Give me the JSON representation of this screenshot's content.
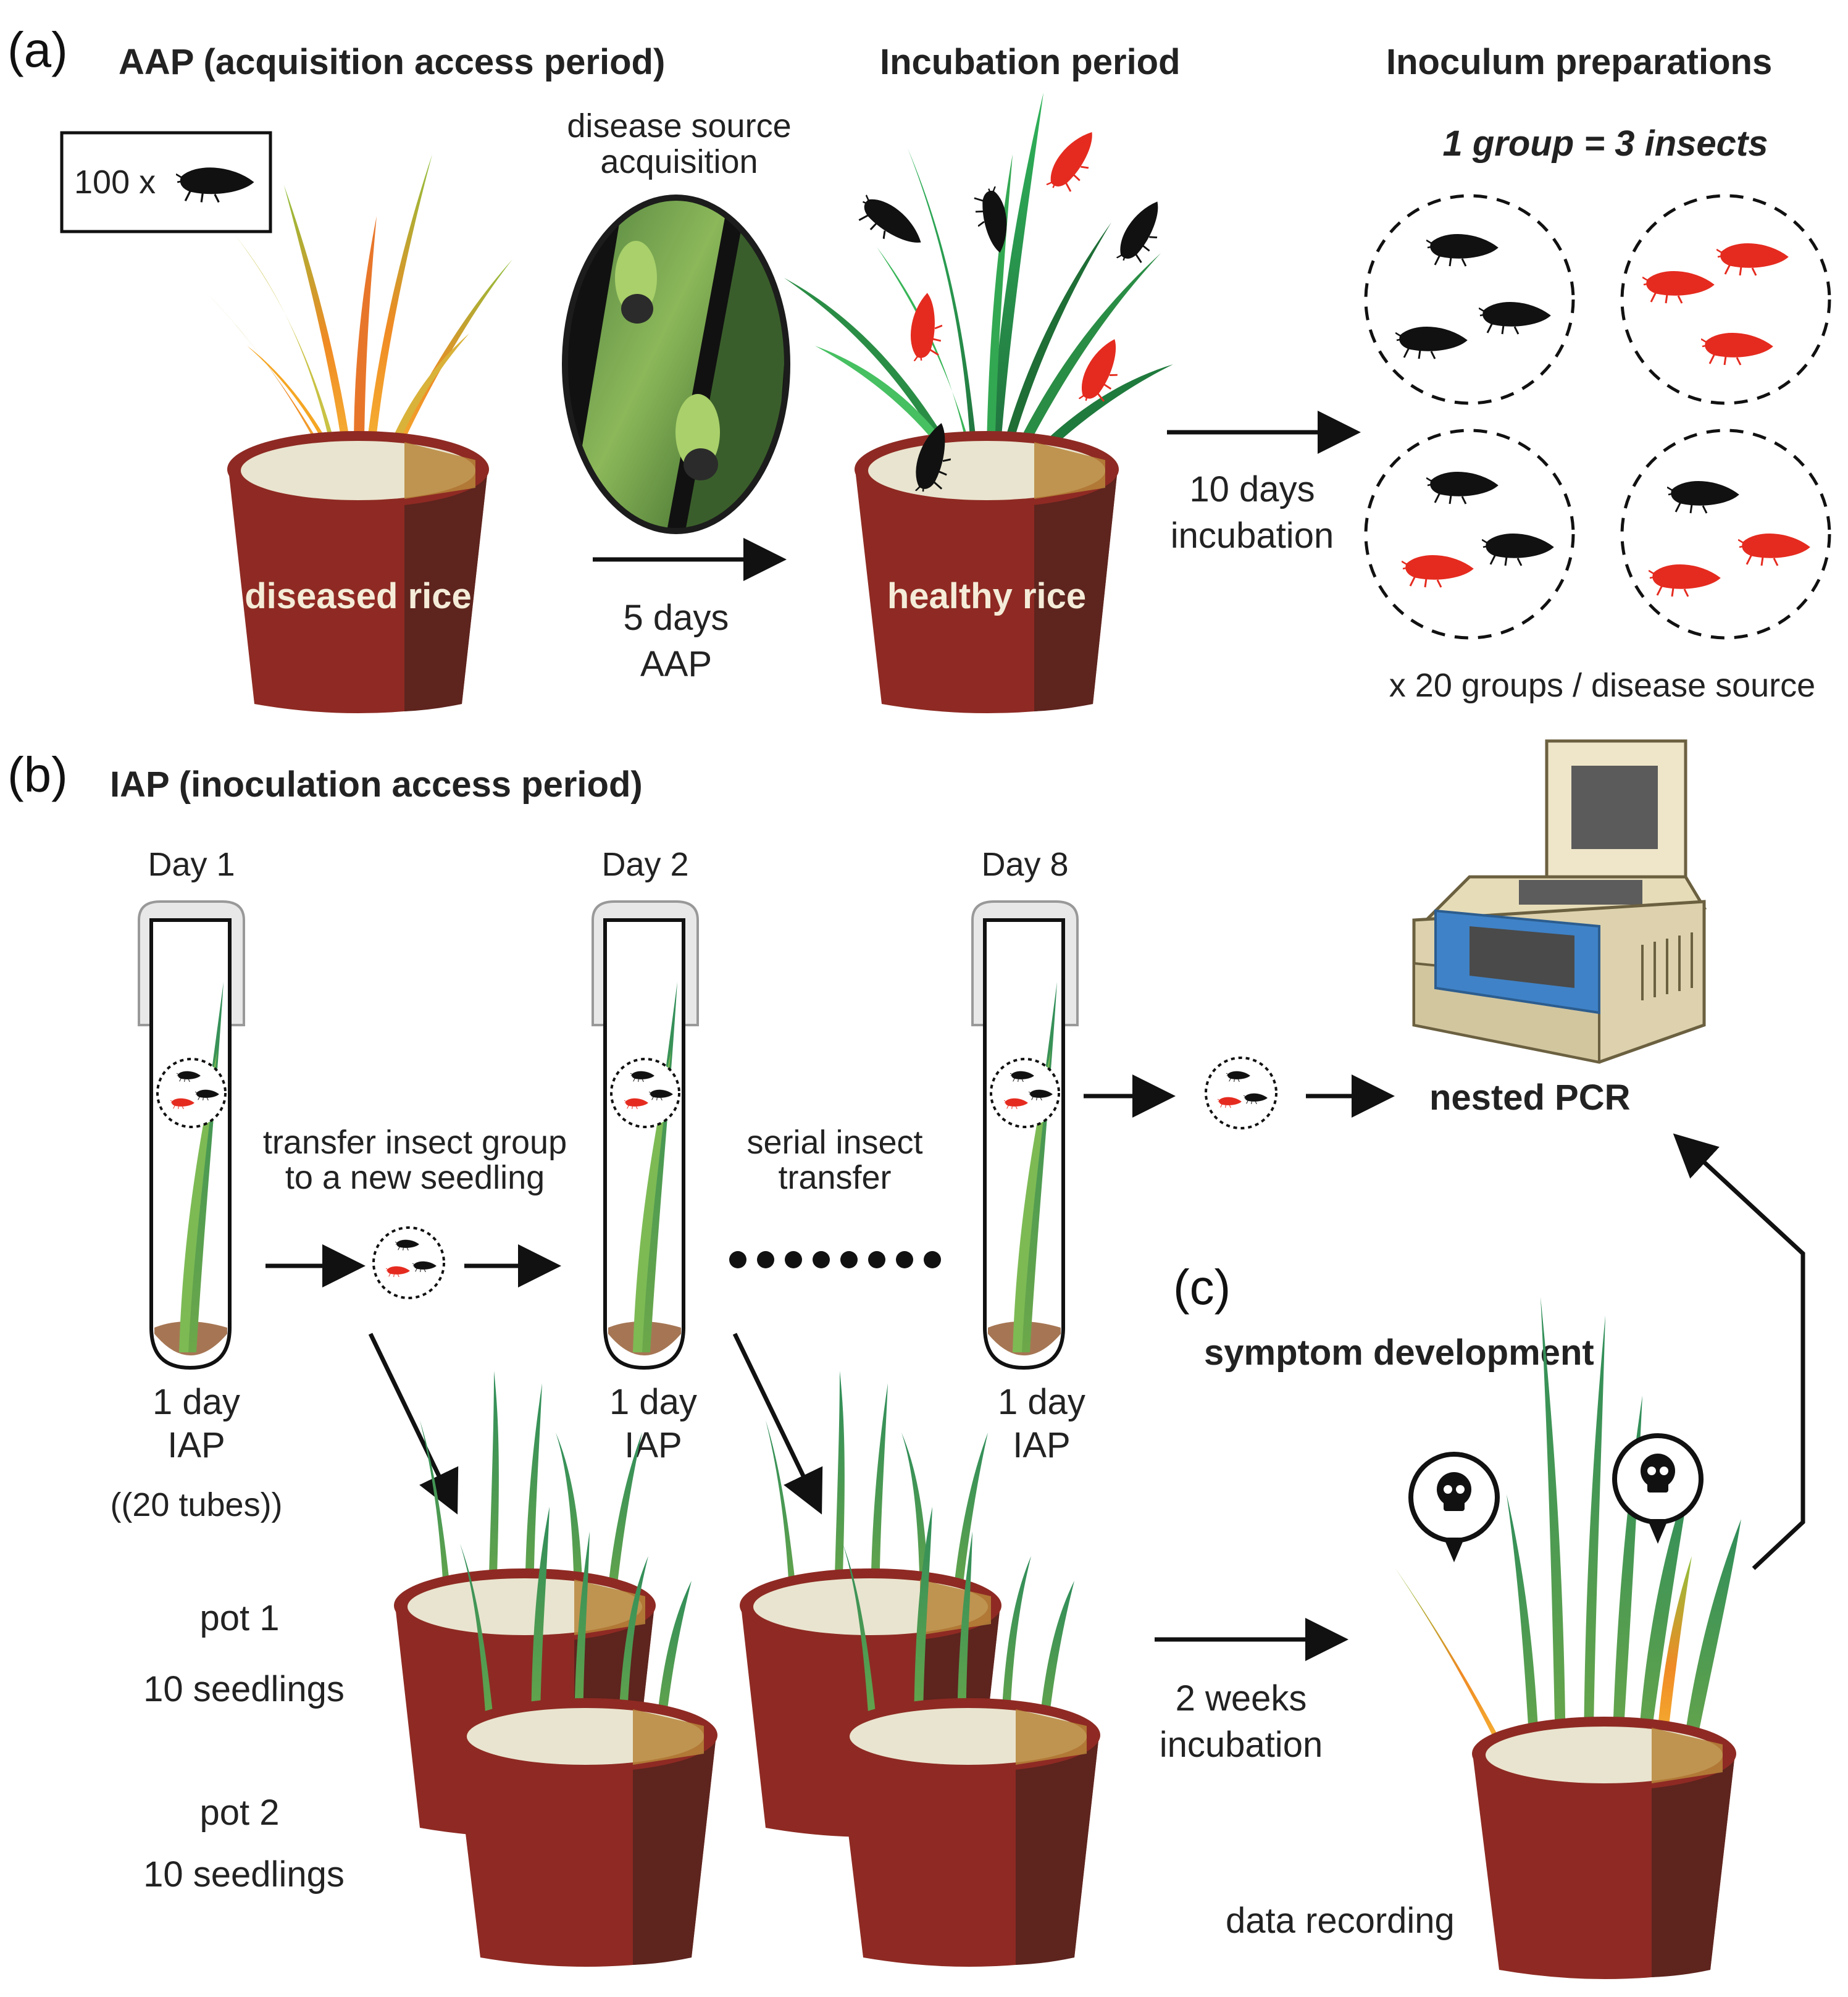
{
  "panel_a": {
    "panel_label": "(a)",
    "aap_heading": "AAP (acquisition access period)",
    "incubation_heading": "Incubation period",
    "inoculum_heading": "Inoculum preparations",
    "insect_count_text": "100  x",
    "disease_source_label_line1": "disease source",
    "disease_source_label_line2": "acquisition",
    "aap_arrow_line1": "5 days",
    "aap_arrow_line2": "AAP",
    "diseased_pot_label": "diseased rice",
    "healthy_pot_label": "healthy rice",
    "incubation_arrow_line1": "10 days",
    "incubation_arrow_line2": "incubation",
    "group_rule": "1 group = 3 insects",
    "groups_note": "x 20 groups / disease source"
  },
  "panel_b": {
    "panel_label": "(b)",
    "heading": "IAP (inoculation access period)",
    "day1": "Day 1",
    "day2": "Day 2",
    "day8": "Day 8",
    "tube1_line1": "1 day",
    "tube1_line2": "IAP",
    "tube1_note": "((20 tubes))",
    "tube2_line1": "1 day",
    "tube2_line2": "IAP",
    "tube3_line1": "1 day",
    "tube3_line2": "IAP",
    "transfer_line1": "transfer insect group",
    "transfer_line2": "to a new seedling",
    "serial_line1": "serial insect",
    "serial_line2": "transfer",
    "pcr_label": "nested PCR",
    "pot1_label": "pot 1",
    "pot1_seedlings": "10 seedlings",
    "pot2_label": "pot 2",
    "pot2_seedlings": "10 seedlings"
  },
  "panel_c": {
    "panel_label": "(c)",
    "heading": "symptom development",
    "weeks_line1": "2 weeks",
    "weeks_line2": "incubation",
    "data_recording": "data recording"
  },
  "colors": {
    "pot_red": "#8e2a23",
    "pot_shadow": "#5e241e",
    "soil_inner": "#e9e4cf",
    "insect_black": "#111111",
    "insect_red": "#e52b1f",
    "leaf_green": "#2e9a47",
    "diseased_orange": "#f08a24",
    "pcr_blue": "#3f82c7"
  }
}
